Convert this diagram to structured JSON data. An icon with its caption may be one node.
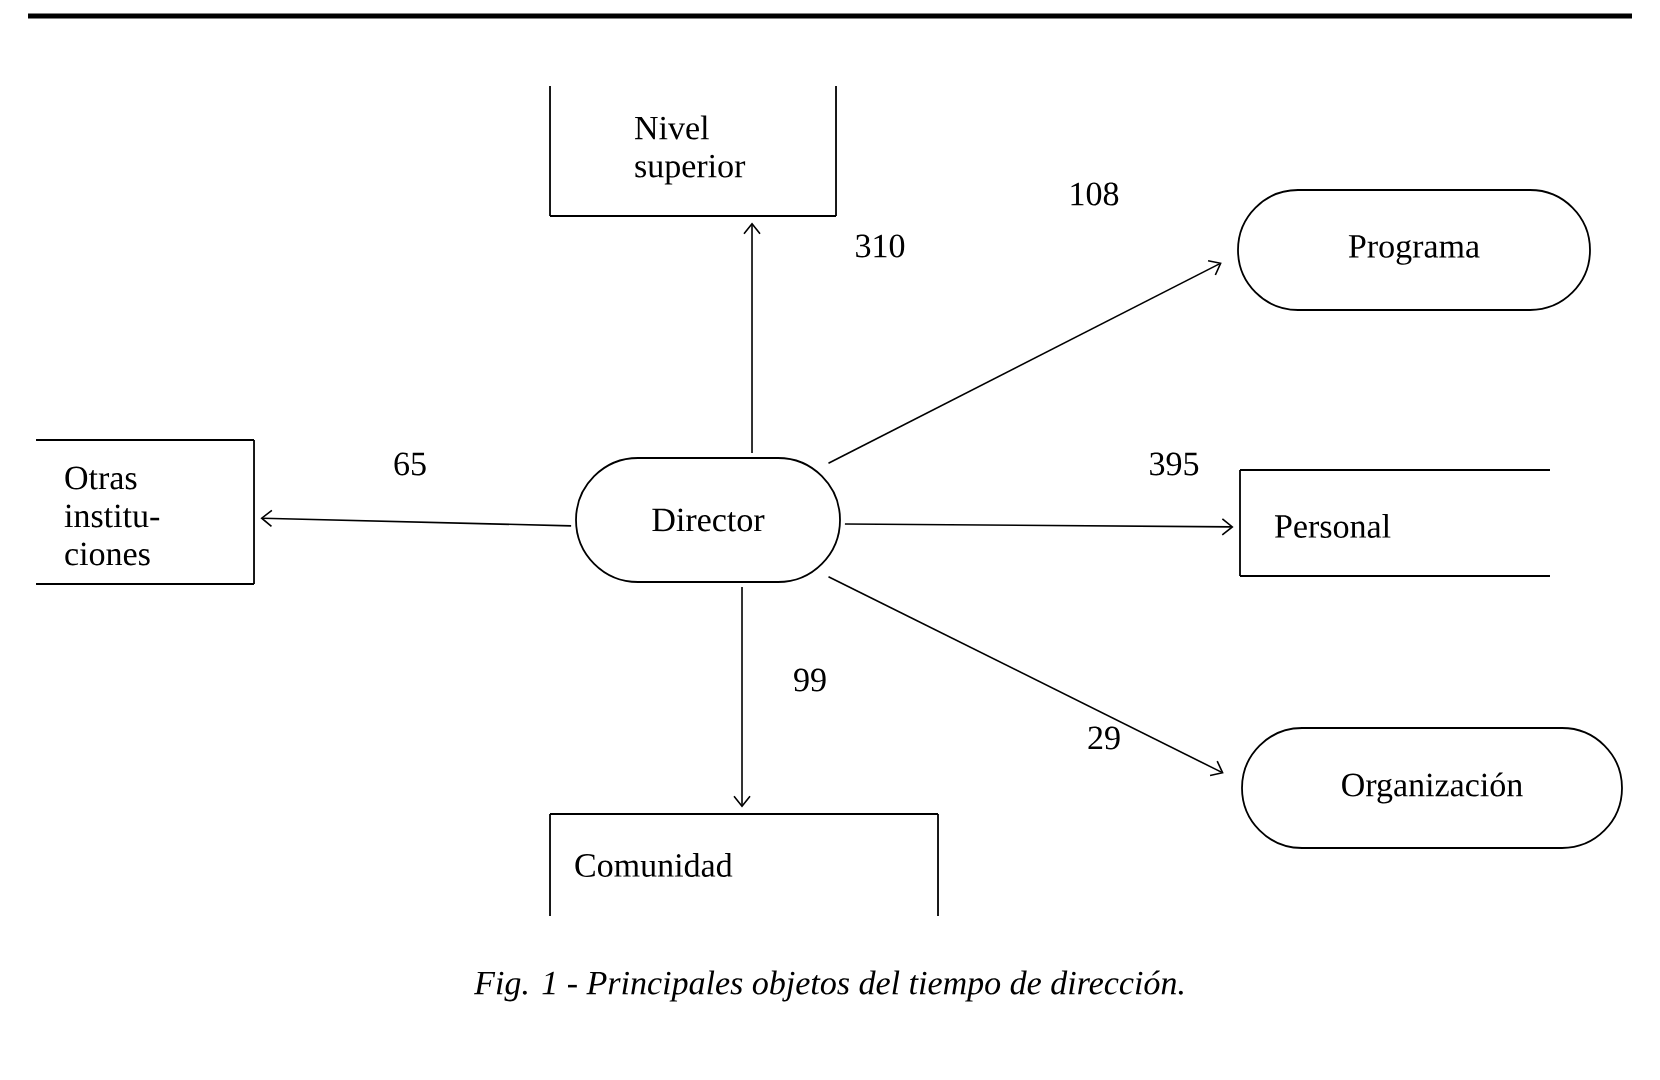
{
  "diagram": {
    "caption": "Fig. 1 - Principales objetos del tiempo de dirección.",
    "nodes": [
      {
        "text": [
          "Nivel superior"
        ]
      },
      {
        "text": [
          "Otras institu- ciones"
        ]
      },
      {
        "text": [
          "Director"
        ]
      },
      {
        "text": [
          "Programa"
        ]
      },
      {
        "text": [
          "Personal"
        ]
      },
      {
        "text": [
          "Organización"
        ]
      },
      {
        "text": [
          "Comunidad"
        ]
      }
    ],
    "edges": [
      {
        "from": 2,
        "to": 0,
        "arrow": "to",
        "label": "310"
      },
      {
        "from": 2,
        "to": 1,
        "arrow": "to",
        "label": "65"
      },
      {
        "from": 2,
        "to": 6,
        "arrow": "to",
        "label": "99"
      },
      {
        "from": 2,
        "to": 3,
        "arrow": "to",
        "label": "108"
      },
      {
        "from": 2,
        "to": 4,
        "arrow": "to",
        "label": "395"
      },
      {
        "from": 2,
        "to": 5,
        "arrow": "to",
        "label": "29"
      }
    ]
  }
}
